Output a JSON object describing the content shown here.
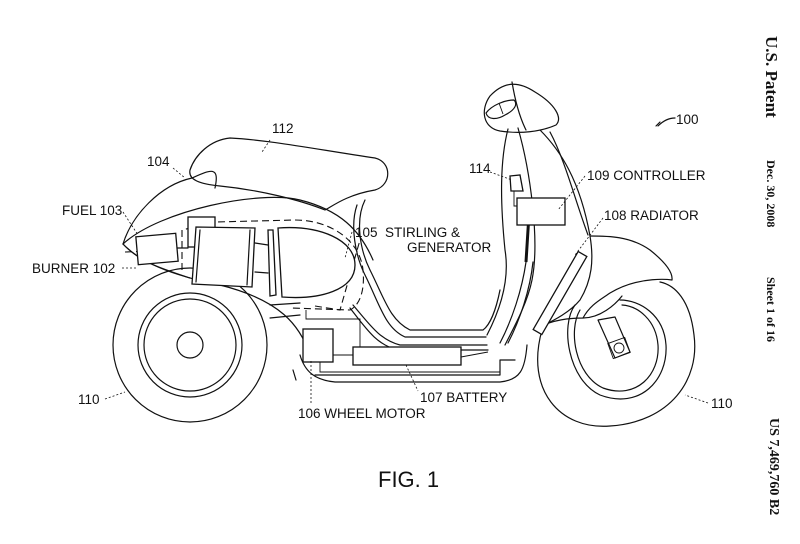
{
  "document": {
    "type": "patent-drawing-sheet",
    "header": {
      "title": "U.S. Patent",
      "date": "Dec. 30, 2008",
      "sheet": "Sheet 1 of 16",
      "patent_number": "US 7,469,760 B2"
    },
    "figure_caption": "FIG. 1",
    "subject": "scooter",
    "reference_labels": {
      "r100": "100",
      "r102": "BURNER 102",
      "r103": "FUEL 103",
      "r104": "104",
      "r105_line1": "105  STIRLING &",
      "r105_line2": "GENERATOR",
      "r106": "106 WHEEL MOTOR",
      "r107": "107 BATTERY",
      "r108": "108 RADIATOR",
      "r109": "109 CONTROLLER",
      "r110_rear": "110",
      "r110_front": "110",
      "r112": "112",
      "r114": "114"
    },
    "colors": {
      "ink": "#111111",
      "paper": "#ffffff"
    }
  }
}
